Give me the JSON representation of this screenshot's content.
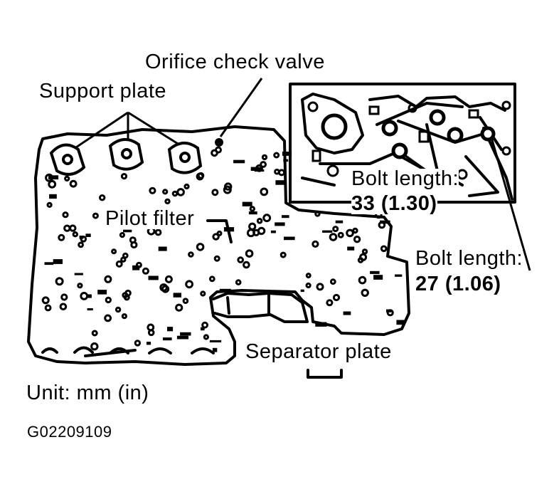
{
  "labels": {
    "orifice_check_valve": "Orifice check valve",
    "support_plate": "Support plate",
    "pilot_filter": "Pilot filter",
    "bolt_length_top": "Bolt length:",
    "bolt_value_top": "33 (1.30)",
    "bolt_length_right": "Bolt length:",
    "bolt_value_right": "27 (1.06)",
    "separator_plate": "Separator plate",
    "unit": "Unit: mm (in)",
    "figure_code": "G02209109"
  },
  "colors": {
    "ink": "#000000",
    "paper": "#ffffff"
  }
}
